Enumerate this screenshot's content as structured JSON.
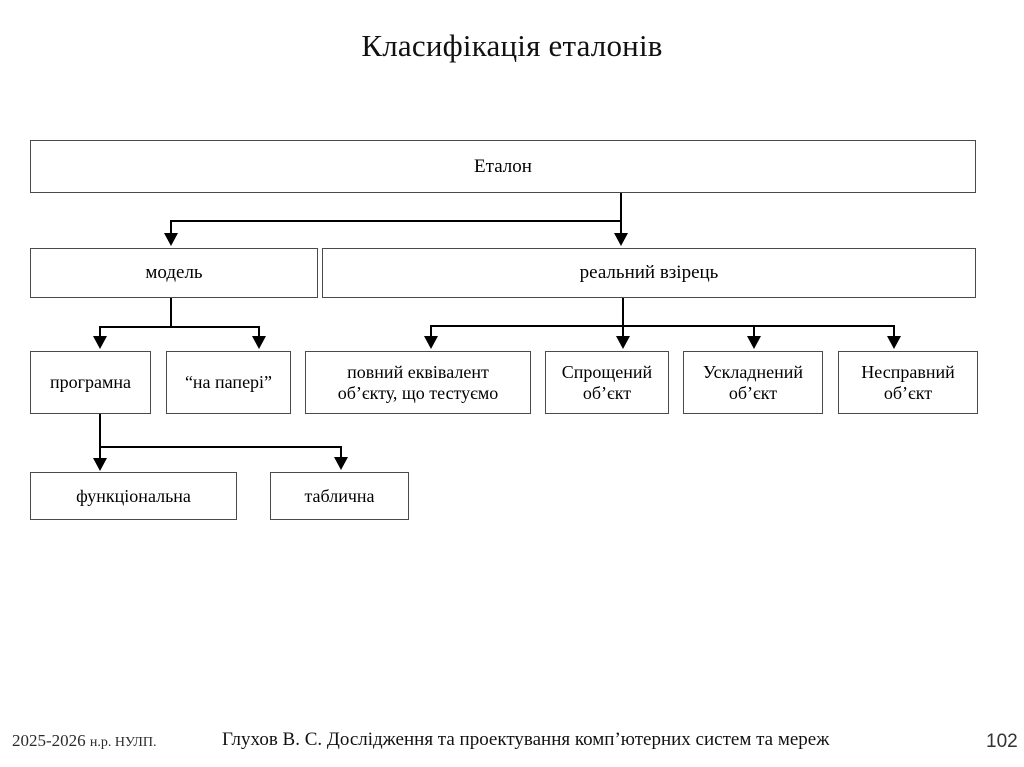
{
  "slide": {
    "title": "Класифікація еталонів",
    "page_number": "102"
  },
  "diagram": {
    "type": "tree",
    "nodes": {
      "root": "Еталон",
      "model": "модель",
      "real_sample": "реальний взірець",
      "software": "програмна",
      "on_paper": "“на папері”",
      "full_equivalent": "повний еквівалент\nоб’єкту, що тестуємо",
      "full_equivalent_line1": "повний еквівалент",
      "full_equivalent_line2": "об’єкту, що тестуємо",
      "simplified_line1": "Спрощений",
      "simplified_line2": "об’єкт",
      "complicated_line1": "Ускладнений",
      "complicated_line2": "об’єкт",
      "faulty_line1": "Несправний",
      "faulty_line2": "об’єкт",
      "functional": "функціональна",
      "tabular": "таблична"
    },
    "edges": [
      {
        "from": "root",
        "to": "model"
      },
      {
        "from": "root",
        "to": "real_sample"
      },
      {
        "from": "model",
        "to": "software"
      },
      {
        "from": "model",
        "to": "on_paper"
      },
      {
        "from": "real_sample",
        "to": "full_equivalent"
      },
      {
        "from": "real_sample",
        "to": "simplified"
      },
      {
        "from": "real_sample",
        "to": "complicated"
      },
      {
        "from": "real_sample",
        "to": "faulty"
      },
      {
        "from": "software",
        "to": "functional"
      },
      {
        "from": "software",
        "to": "tabular"
      }
    ],
    "colors": {
      "box_border": "#4a4a4a",
      "connector": "#000000",
      "background": "#ffffff",
      "text": "#000000"
    }
  },
  "footer": {
    "year_label": "2025-2026",
    "year_suffix": "н.р. НУЛП.",
    "center": "Глухов В. С. Дослідження та проектування комп’ютерних систем та мереж",
    "page": "102"
  }
}
